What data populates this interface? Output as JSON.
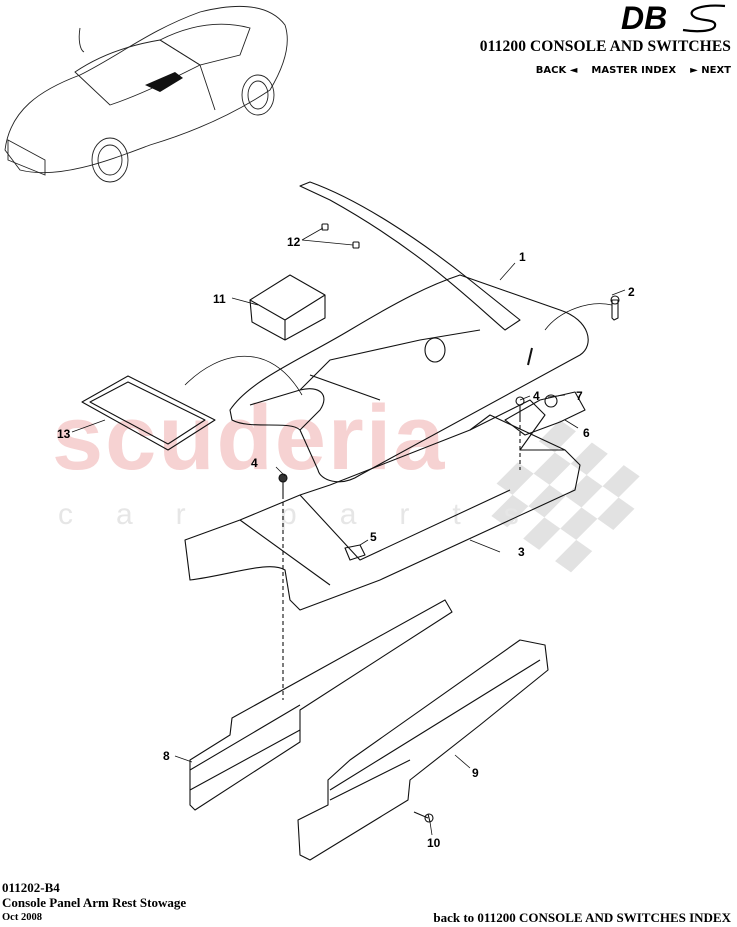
{
  "header": {
    "brand_logo": "DBS",
    "section_title": "011200 CONSOLE AND SWITCHES",
    "nav": {
      "back": "BACK ◄",
      "master_index": "MASTER INDEX",
      "next": "► NEXT"
    }
  },
  "watermark": {
    "main": "scuderia",
    "sub": "car parts",
    "main_color": "#f6d2d2",
    "checker_color": "#dcdcdc"
  },
  "diagram": {
    "title": "Console Panel Arm Rest Stowage",
    "callouts": [
      {
        "id": "1",
        "label": "1"
      },
      {
        "id": "2",
        "label": "2"
      },
      {
        "id": "3",
        "label": "3"
      },
      {
        "id": "4a",
        "label": "4"
      },
      {
        "id": "4b",
        "label": "4"
      },
      {
        "id": "5",
        "label": "5"
      },
      {
        "id": "6",
        "label": "6"
      },
      {
        "id": "7",
        "label": "7"
      },
      {
        "id": "8",
        "label": "8"
      },
      {
        "id": "9",
        "label": "9"
      },
      {
        "id": "10",
        "label": "10"
      },
      {
        "id": "11",
        "label": "11"
      },
      {
        "id": "12",
        "label": "12"
      },
      {
        "id": "13",
        "label": "13"
      }
    ]
  },
  "footer": {
    "code": "011202-B4",
    "description": "Console Panel Arm Rest Stowage",
    "date": "Oct 2008",
    "back_link": "back to 011200 CONSOLE AND SWITCHES INDEX"
  }
}
